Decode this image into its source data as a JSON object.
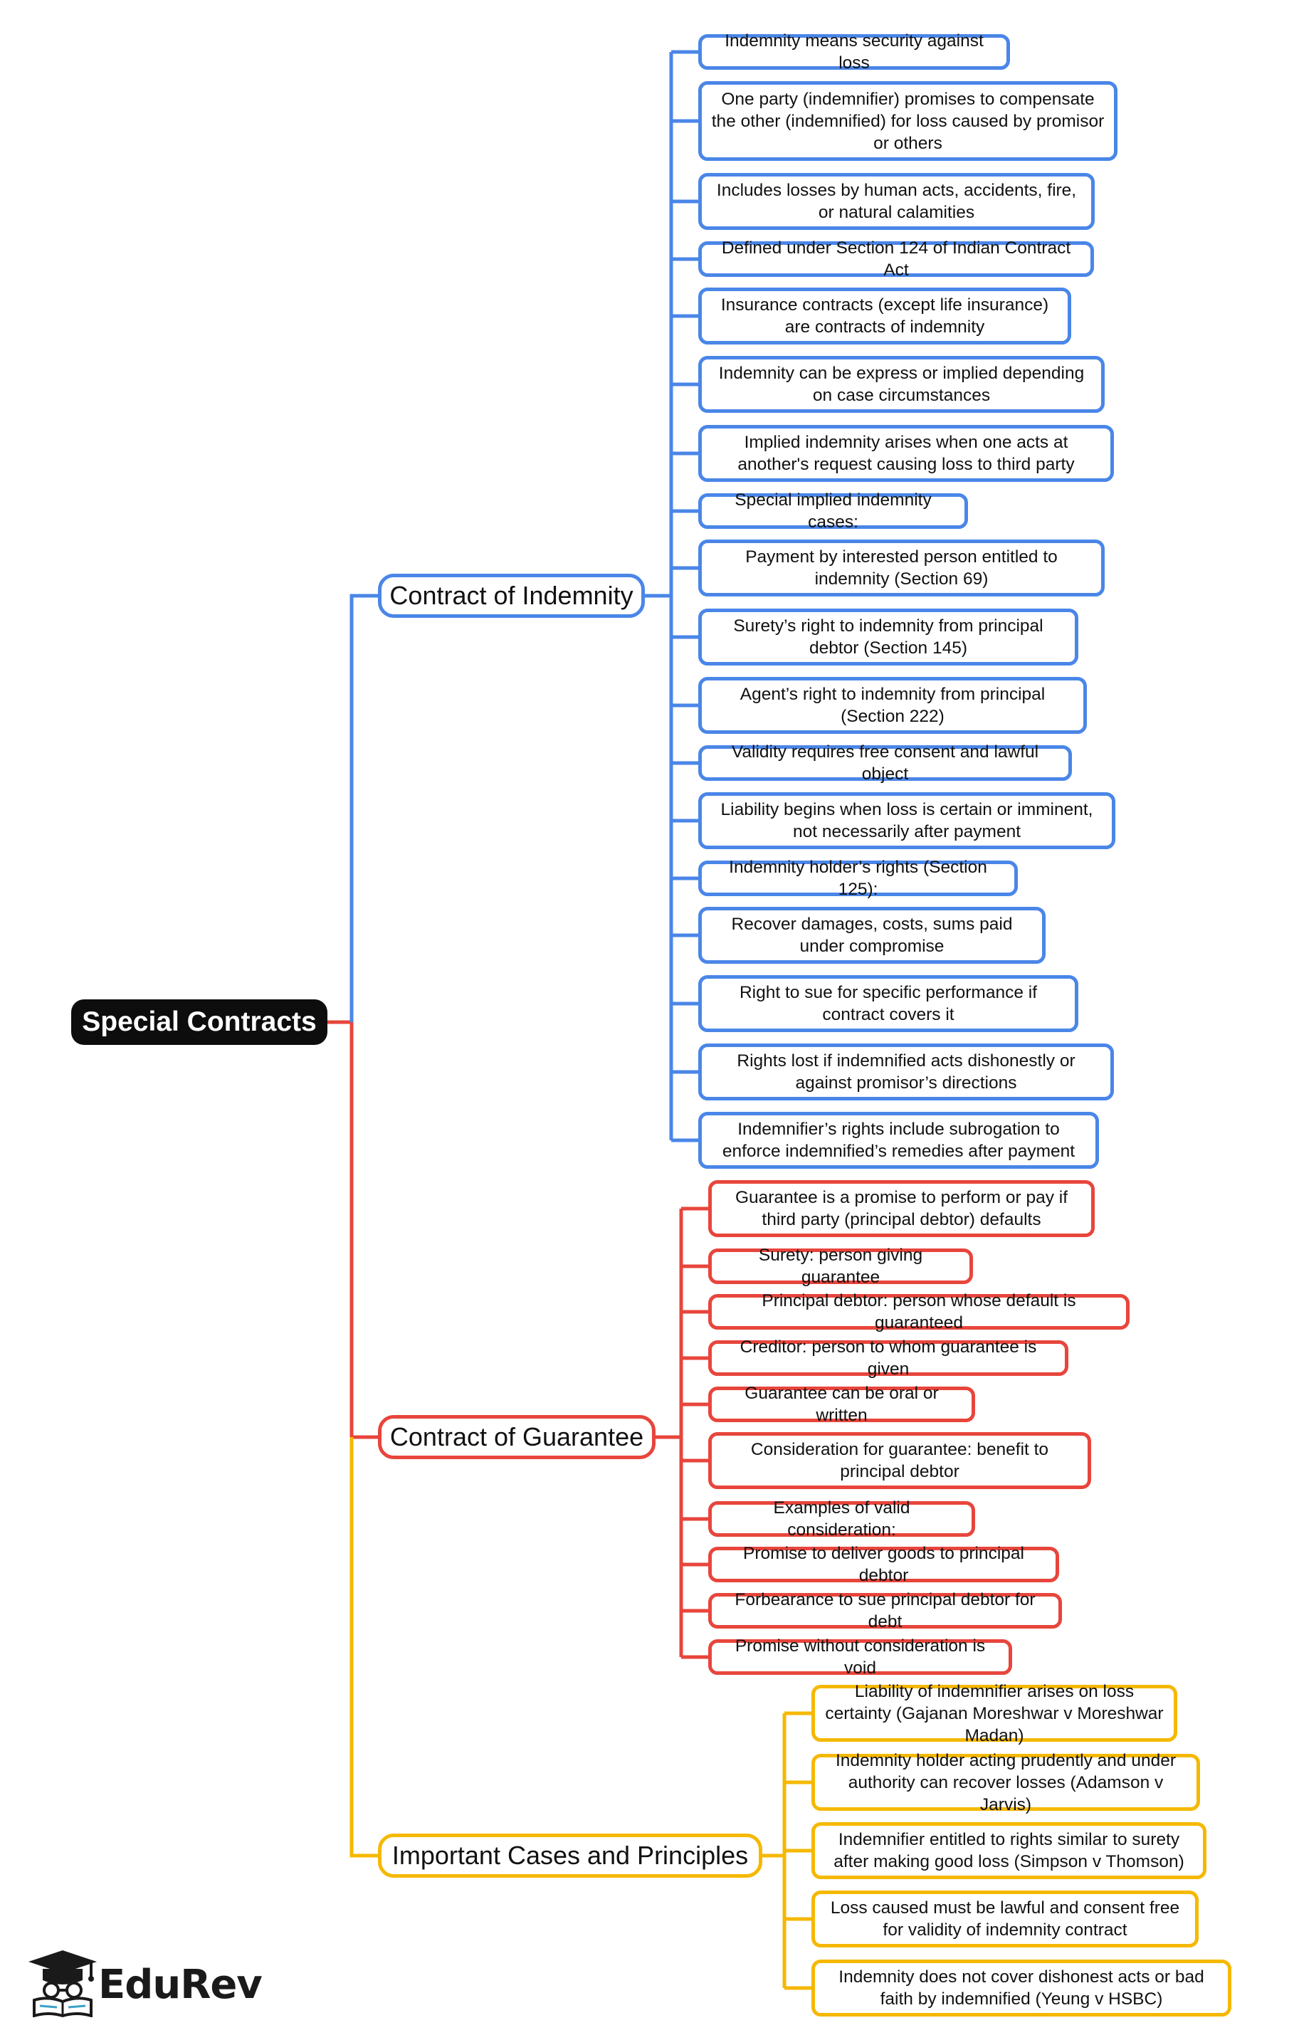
{
  "root": "Special Contracts",
  "colors": {
    "root": "#0d0d0d",
    "indemnity": "#4a86e8",
    "guarantee": "#e8453c",
    "cases": "#f5b800"
  },
  "branches": [
    {
      "label": "Contract of Indemnity",
      "color_key": "indemnity",
      "items": [
        "Indemnity means security against loss",
        "One party (indemnifier) promises to compensate the other (indemnified) for loss caused by promisor or others",
        "Includes losses by human acts, accidents, fire, or natural calamities",
        "Defined under Section 124 of Indian Contract Act",
        "Insurance contracts (except life insurance) are contracts of indemnity",
        "Indemnity can be express or implied depending on case circumstances",
        "Implied indemnity arises when one acts at another's request causing loss to third party",
        "Special implied indemnity cases:",
        "Payment by interested person entitled to indemnity (Section 69)",
        "Surety’s right to indemnity from principal debtor (Section 145)",
        "Agent’s right to indemnity from principal (Section 222)",
        "Validity requires free consent and lawful object",
        "Liability begins when loss is certain or imminent, not necessarily after payment",
        "Indemnity holder’s rights (Section 125):",
        "Recover damages, costs, sums paid under compromise",
        "Right to sue for specific performance if contract covers it",
        "Rights lost if indemnified acts dishonestly or against promisor’s directions",
        "Indemnifier’s rights include subrogation to enforce indemnified’s remedies after payment"
      ]
    },
    {
      "label": "Contract of Guarantee",
      "color_key": "guarantee",
      "items": [
        "Guarantee is a promise to perform or pay if third party (principal debtor) defaults",
        "Surety: person giving guarantee",
        "Principal debtor: person whose default is guaranteed",
        "Creditor: person to whom guarantee is given",
        "Guarantee can be oral or written",
        "Consideration for guarantee: benefit to principal debtor",
        "Examples of valid consideration:",
        "Promise to deliver goods to principal debtor",
        "Forbearance to sue principal debtor for debt",
        "Promise without consideration is void"
      ]
    },
    {
      "label": "Important Cases and Principles",
      "color_key": "cases",
      "items": [
        "Liability of indemnifier arises on loss certainty (Gajanan Moreshwar v Moreshwar Madan)",
        "Indemnity holder acting prudently and under authority can recover losses (Adamson v Jarvis)",
        "Indemnifier entitled to rights similar to surety after making good loss (Simpson v Thomson)",
        "Loss caused must be lawful and consent free for validity of indemnity contract",
        "Indemnity does not cover dishonest acts or bad faith by indemnified (Yeung v HSBC)"
      ]
    }
  ],
  "logo": {
    "text": "EduRev",
    "icon": "graduate-cap-book-icon"
  }
}
